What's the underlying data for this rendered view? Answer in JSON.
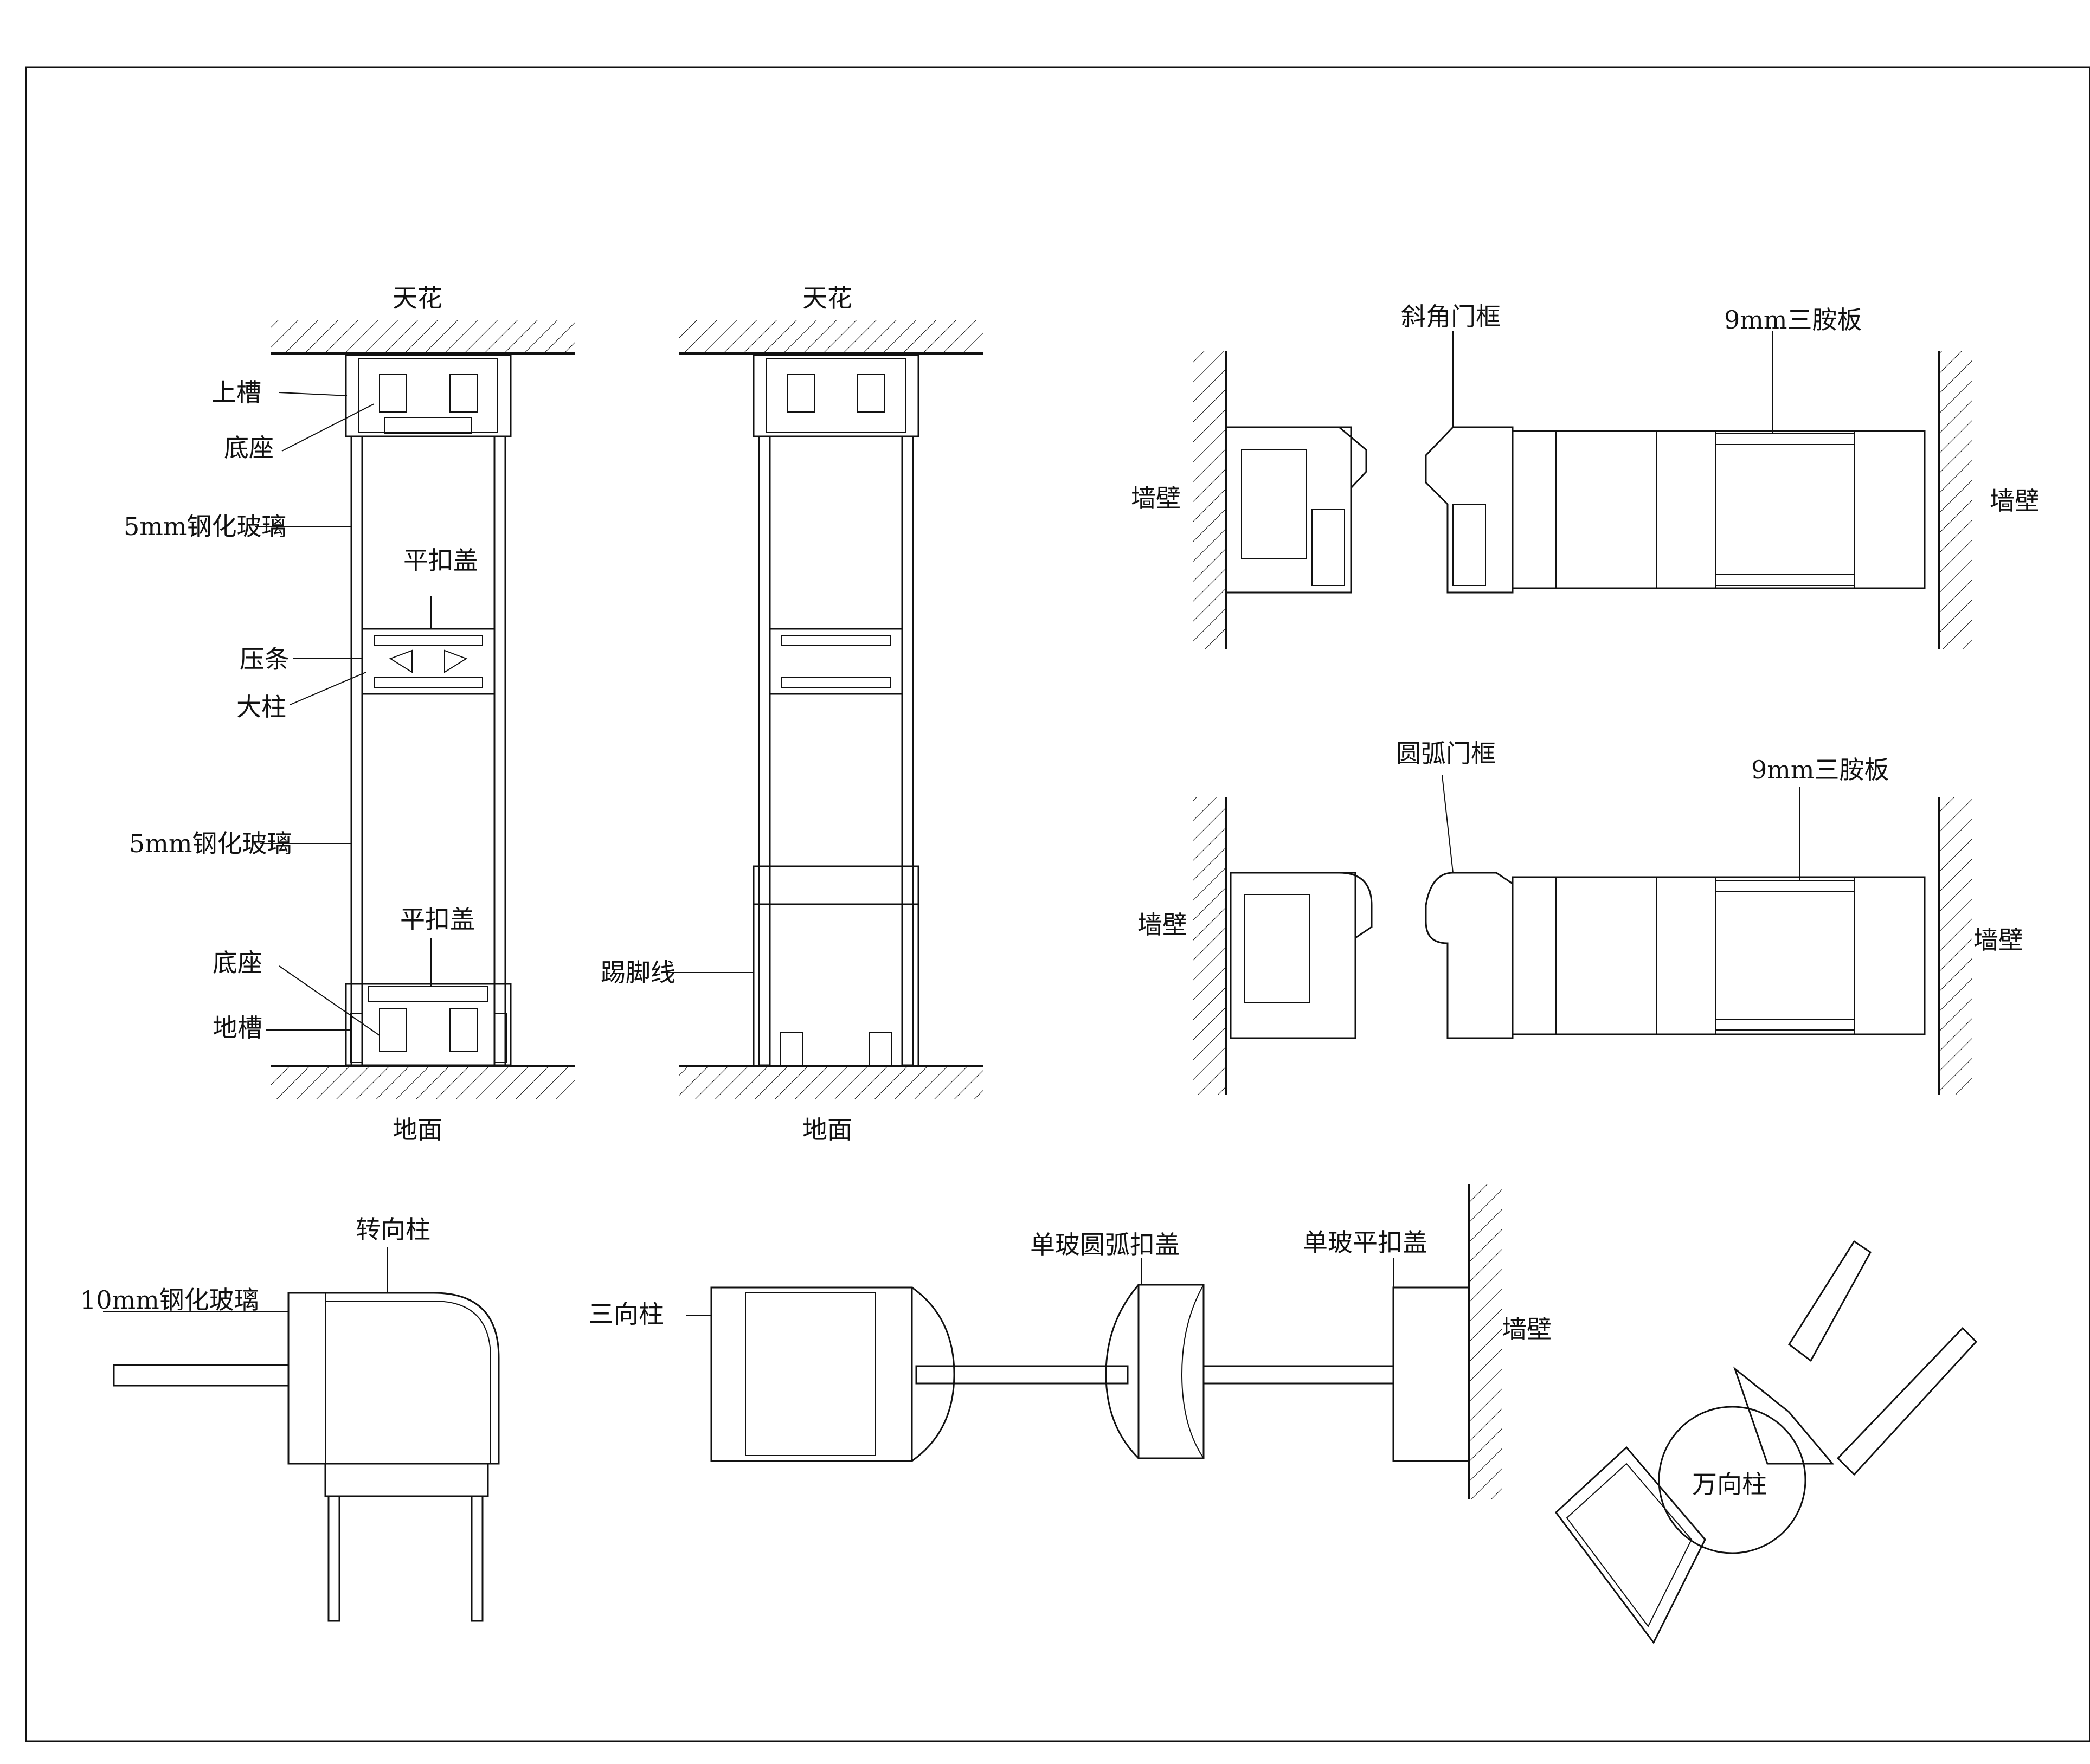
{
  "labels": {
    "ceiling_left": "天花",
    "ceiling_right": "天花",
    "top_channel": "上槽",
    "base_top": "底座",
    "glass_5mm_upper": "5mm钢化玻璃",
    "flat_cap_upper": "平扣盖",
    "bead": "压条",
    "main_post": "大柱",
    "glass_5mm_lower": "5mm钢化玻璃",
    "flat_cap_lower": "平扣盖",
    "base_bottom": "底座",
    "floor_channel": "地槽",
    "skirting": "踢脚线",
    "floor_left": "地面",
    "floor_right": "地面",
    "bevel_door_frame": "斜角门框",
    "triamine_board_top": "9mm三胺板",
    "wall_top_left": "墙壁",
    "wall_top_right": "墙壁",
    "arc_door_frame": "圆弧门框",
    "triamine_board_bottom": "9mm三胺板",
    "wall_bottom_left": "墙壁",
    "wall_bottom_right": "墙壁",
    "corner_post": "转向柱",
    "glass_10mm": "10mm钢化玻璃",
    "three_way_post": "三向柱",
    "single_glass_arc_cap": "单玻圆弧扣盖",
    "single_glass_flat_cap": "单玻平扣盖",
    "wall_bottom_row": "墙壁",
    "universal_post": "万向柱"
  }
}
